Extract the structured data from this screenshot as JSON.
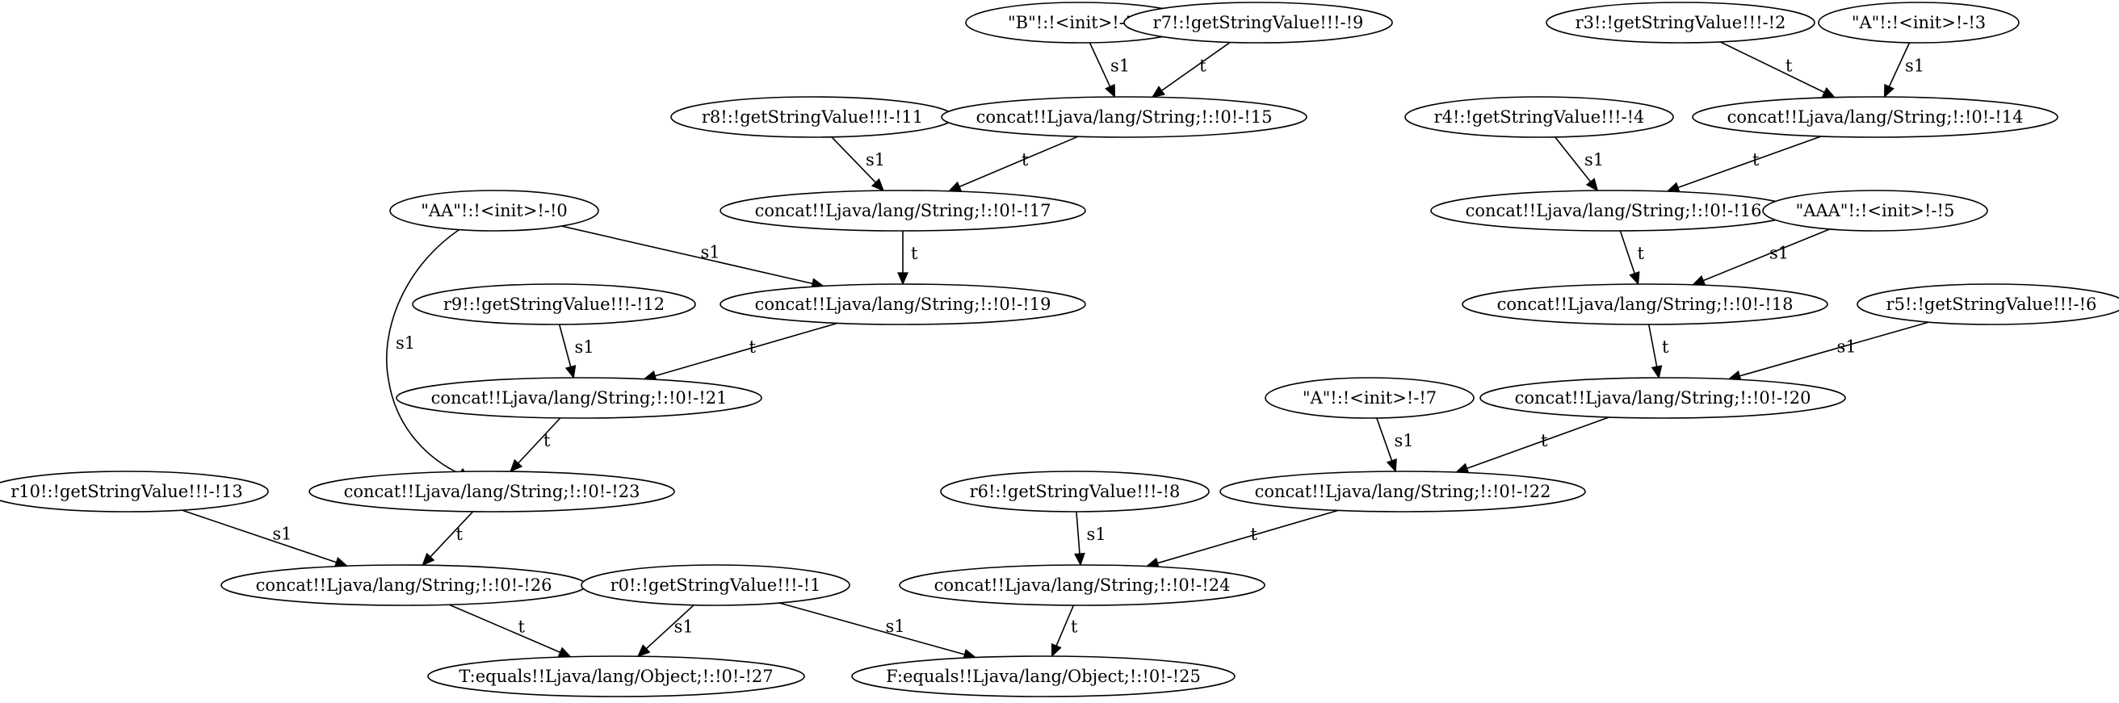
{
  "graph": {
    "nodes": [
      {
        "id": "n10",
        "label": "\"B\"!:!<init>!-!10"
      },
      {
        "id": "n9",
        "label": "r7!:!getStringValue!!!-!9"
      },
      {
        "id": "n2",
        "label": "r3!:!getStringValue!!!-!2"
      },
      {
        "id": "n3",
        "label": "\"A\"!:!<init>!-!3"
      },
      {
        "id": "n11",
        "label": "r8!:!getStringValue!!!-!11"
      },
      {
        "id": "n15",
        "label": "concat!!Ljava/lang/String;!:!0!-!15"
      },
      {
        "id": "n4",
        "label": "r4!:!getStringValue!!!-!4"
      },
      {
        "id": "n14",
        "label": "concat!!Ljava/lang/String;!:!0!-!14"
      },
      {
        "id": "n0",
        "label": "\"AA\"!:!<init>!-!0"
      },
      {
        "id": "n17",
        "label": "concat!!Ljava/lang/String;!:!0!-!17"
      },
      {
        "id": "n16",
        "label": "concat!!Ljava/lang/String;!:!0!-!16"
      },
      {
        "id": "n5",
        "label": "\"AAA\"!:!<init>!-!5"
      },
      {
        "id": "n12",
        "label": "r9!:!getStringValue!!!-!12"
      },
      {
        "id": "n19",
        "label": "concat!!Ljava/lang/String;!:!0!-!19"
      },
      {
        "id": "n18",
        "label": "concat!!Ljava/lang/String;!:!0!-!18"
      },
      {
        "id": "n6",
        "label": "r5!:!getStringValue!!!-!6"
      },
      {
        "id": "n21",
        "label": "concat!!Ljava/lang/String;!:!0!-!21"
      },
      {
        "id": "n7",
        "label": "\"A\"!:!<init>!-!7"
      },
      {
        "id": "n20",
        "label": "concat!!Ljava/lang/String;!:!0!-!20"
      },
      {
        "id": "n13",
        "label": "r10!:!getStringValue!!!-!13"
      },
      {
        "id": "n23",
        "label": "concat!!Ljava/lang/String;!:!0!-!23"
      },
      {
        "id": "n8",
        "label": "r6!:!getStringValue!!!-!8"
      },
      {
        "id": "n22",
        "label": "concat!!Ljava/lang/String;!:!0!-!22"
      },
      {
        "id": "n26",
        "label": "concat!!Ljava/lang/String;!:!0!-!26"
      },
      {
        "id": "n1",
        "label": "r0!:!getStringValue!!!-!1"
      },
      {
        "id": "n24",
        "label": "concat!!Ljava/lang/String;!:!0!-!24"
      },
      {
        "id": "n27",
        "label": "T:equals!!Ljava/lang/Object;!:!0!-!27"
      },
      {
        "id": "n25",
        "label": "F:equals!!Ljava/lang/Object;!:!0!-!25"
      }
    ],
    "edges": [
      {
        "from": "n10",
        "to": "n15",
        "label": "s1"
      },
      {
        "from": "n9",
        "to": "n15",
        "label": "t"
      },
      {
        "from": "n2",
        "to": "n14",
        "label": "t"
      },
      {
        "from": "n3",
        "to": "n14",
        "label": "s1"
      },
      {
        "from": "n11",
        "to": "n17",
        "label": "s1"
      },
      {
        "from": "n15",
        "to": "n17",
        "label": "t"
      },
      {
        "from": "n4",
        "to": "n16",
        "label": "s1"
      },
      {
        "from": "n14",
        "to": "n16",
        "label": "t"
      },
      {
        "from": "n0",
        "to": "n19",
        "label": "s1"
      },
      {
        "from": "n17",
        "to": "n19",
        "label": "t"
      },
      {
        "from": "n16",
        "to": "n18",
        "label": "t"
      },
      {
        "from": "n5",
        "to": "n18",
        "label": "s1"
      },
      {
        "from": "n0",
        "to": "n23",
        "label": "s1"
      },
      {
        "from": "n12",
        "to": "n21",
        "label": "s1"
      },
      {
        "from": "n19",
        "to": "n21",
        "label": "t"
      },
      {
        "from": "n18",
        "to": "n20",
        "label": "t"
      },
      {
        "from": "n6",
        "to": "n20",
        "label": "s1"
      },
      {
        "from": "n21",
        "to": "n23",
        "label": "t"
      },
      {
        "from": "n7",
        "to": "n22",
        "label": "s1"
      },
      {
        "from": "n20",
        "to": "n22",
        "label": "t"
      },
      {
        "from": "n13",
        "to": "n26",
        "label": "s1"
      },
      {
        "from": "n23",
        "to": "n26",
        "label": "t"
      },
      {
        "from": "n8",
        "to": "n24",
        "label": "s1"
      },
      {
        "from": "n22",
        "to": "n24",
        "label": "t"
      },
      {
        "from": "n26",
        "to": "n27",
        "label": "t"
      },
      {
        "from": "n1",
        "to": "n27",
        "label": "s1"
      },
      {
        "from": "n1",
        "to": "n25",
        "label": "s1"
      },
      {
        "from": "n24",
        "to": "n25",
        "label": "t"
      }
    ]
  }
}
